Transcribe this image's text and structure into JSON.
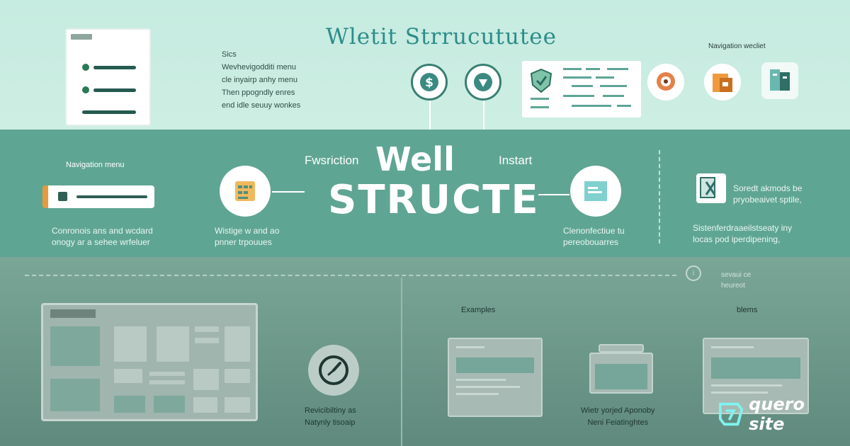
{
  "top": {
    "title": "Wletit Strrucututee",
    "notes": [
      "Sics",
      "Wevhevigodditi menu",
      "cle inyairp anhy menu",
      "Then ppogndly enres",
      "end idle seuuy wonkes"
    ],
    "nav_label": "Navigation wecliet"
  },
  "middle": {
    "nav_menu_label": "Navigation menu",
    "left_caption": [
      "Conronois ans and wcdard",
      "onogy ar a sehee wrfeluer"
    ],
    "center_left_caption": [
      "Wistige w and ao",
      "pnner trpouues"
    ],
    "word_left": "Fwsriction",
    "word_right": "Instart",
    "headline_top": "Well",
    "headline_bottom": "STRUCTE",
    "center_right_caption": [
      "Clenonfectiue tu",
      "pereobouarres"
    ],
    "right_caption": [
      "Soredt akmods be",
      "pryobeaivet sptile,"
    ],
    "right_caption_bottom": [
      "Sistenferdraaeilstseaty iny",
      "locas pod iperdipening,"
    ]
  },
  "bottom": {
    "note": [
      "sevaui ce",
      "heureot"
    ],
    "clock_caption": [
      "Revicibiltiny as",
      "Natynly tisoaip"
    ],
    "examples_label": "Examples",
    "items_label": "blems",
    "frames_caption": [
      "Wietr yorjed Aponoby",
      "Neni Feiatinghtes"
    ]
  },
  "logo": {
    "text": "quero site"
  },
  "colors": {
    "mint": "#cdeee3",
    "teal": "#5fa593",
    "orange": "#e79a3d",
    "dark": "#255a50"
  }
}
